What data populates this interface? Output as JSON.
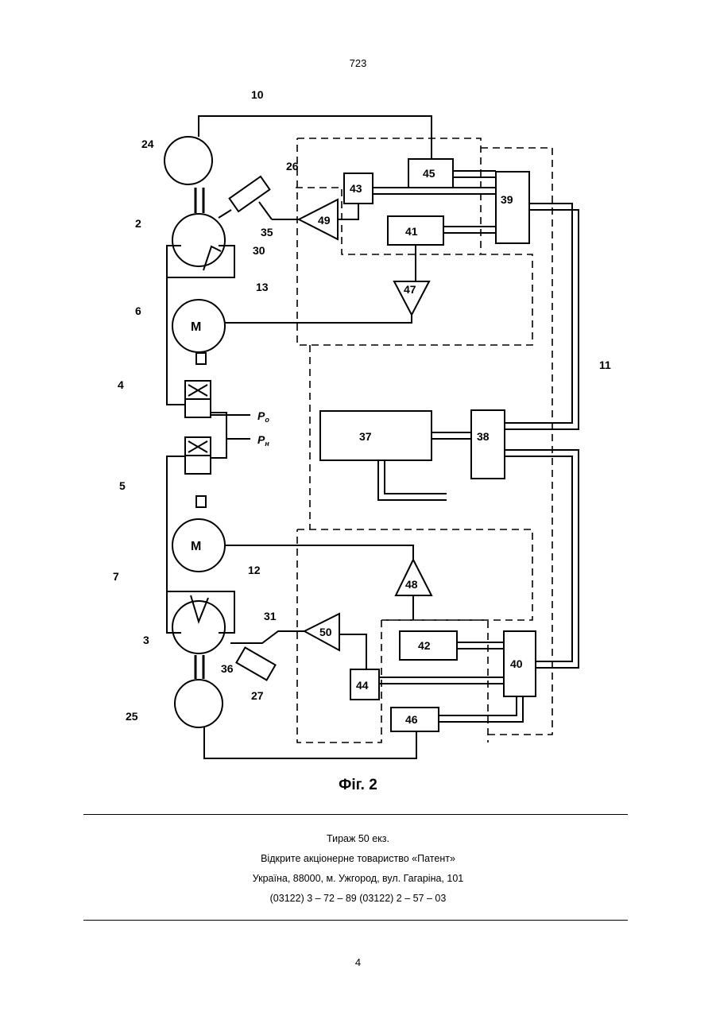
{
  "header": {
    "page_code": "723"
  },
  "figure": {
    "caption": "Фіг. 2",
    "labels": {
      "l2": "2",
      "l3": "3",
      "l4": "4",
      "l5": "5",
      "l6": "6",
      "l7": "7",
      "l10": "10",
      "l11": "11",
      "l12": "12",
      "l13": "13",
      "l24": "24",
      "l25": "25",
      "l26": "26",
      "l27": "27",
      "l30": "30",
      "l31": "31",
      "l35": "35",
      "l36": "36",
      "b37": "37",
      "b38": "38",
      "b39": "39",
      "b40": "40",
      "b41": "41",
      "b42": "42",
      "b43": "43",
      "b44": "44",
      "b45": "45",
      "b46": "46",
      "t47": "47",
      "t48": "48",
      "t49": "49",
      "t50": "50",
      "m6": "M",
      "m7": "M",
      "po": "P",
      "po_sub": "o",
      "pn": "P",
      "pn_sub": "н"
    }
  },
  "imprint": {
    "line1": "Тираж 50 екз.",
    "line2": "Відкрите акціонерне товариство «Патент»",
    "line3": "Україна, 88000, м. Ужгород, вул. Гагаріна, 101",
    "line4": "(03122) 3 – 72 – 89   (03122) 2 – 57 – 03"
  },
  "footer": {
    "page_number": "4"
  }
}
